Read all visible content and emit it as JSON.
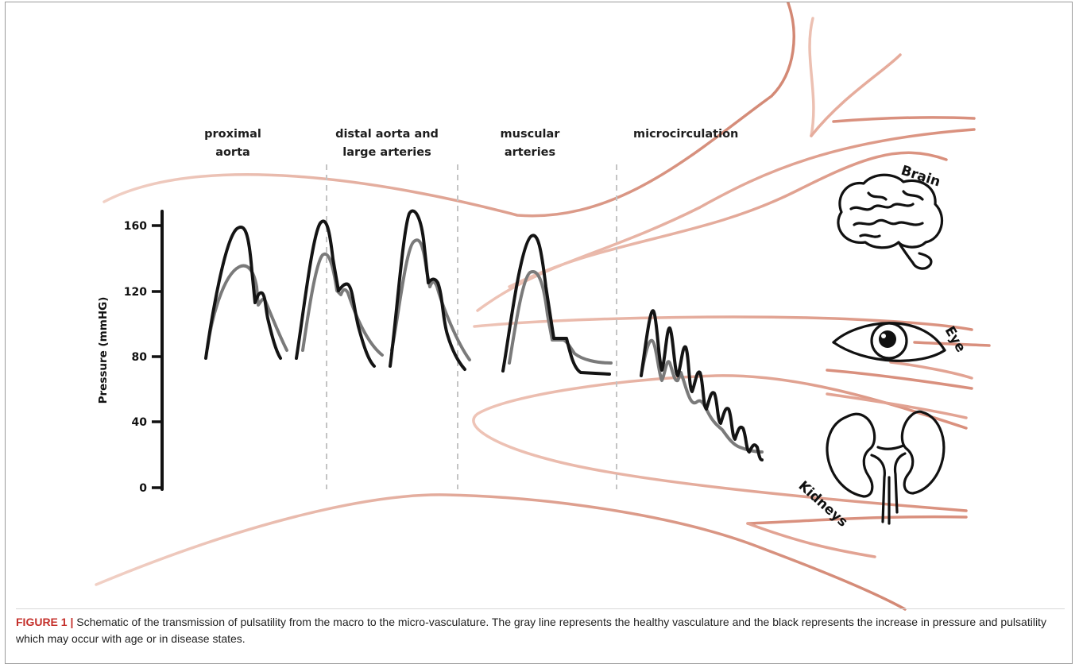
{
  "figure": {
    "section_labels": [
      {
        "line1": "proximal",
        "line2": "aorta"
      },
      {
        "line1": "distal aorta and",
        "line2": "large arteries"
      },
      {
        "line1": "muscular",
        "line2": "arteries"
      },
      {
        "line1": "microcirculation",
        "line2": ""
      }
    ],
    "axis": {
      "title": "Pressure (mmHG)",
      "ticks": [
        "160",
        "120",
        "80",
        "40",
        "0"
      ]
    },
    "organs": {
      "brain": "Brain",
      "eye": "Eye",
      "kidneys": "Kidneys"
    },
    "colors": {
      "vessel": "#d9907e",
      "vessel_light": "#ecc0b2",
      "healthy_line": "#7a7a7a",
      "disease_line": "#141414",
      "caption_accent": "#c4302b"
    }
  },
  "caption": {
    "lead": "FIGURE 1 |",
    "text": " Schematic of the transmission of pulsatility from the macro to the micro-vasculature. The gray line represents the healthy vasculature and the black represents the increase in pressure and pulsatility which may occur with age or in disease states."
  }
}
